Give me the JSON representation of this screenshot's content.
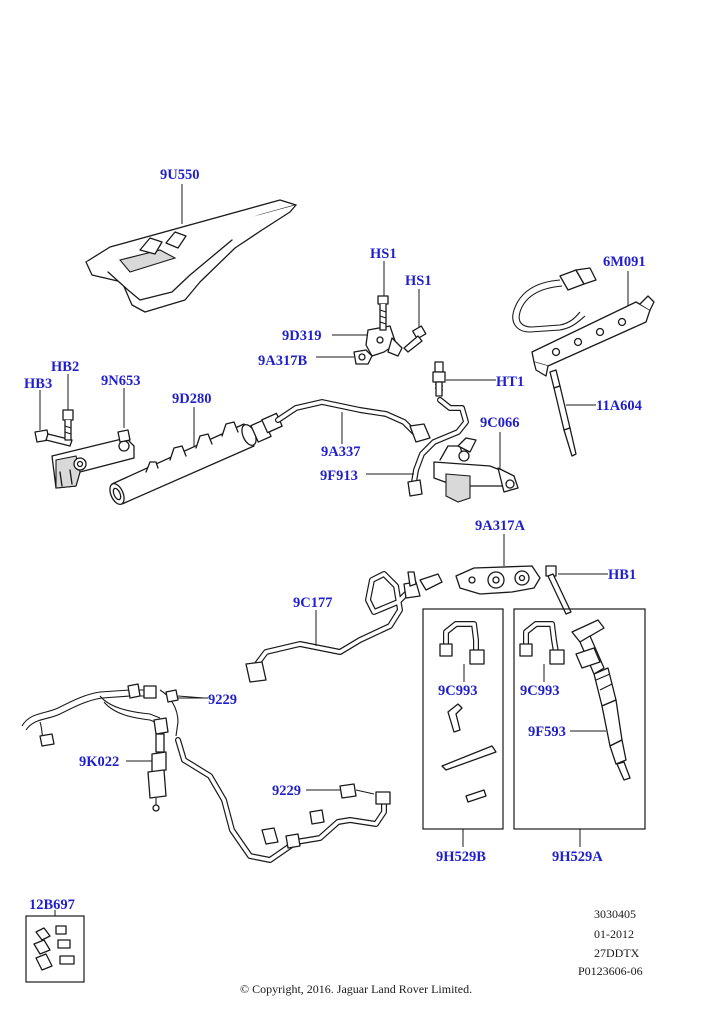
{
  "callouts": {
    "c_9U550": "9U550",
    "c_HS1_a": "HS1",
    "c_HS1_b": "HS1",
    "c_6M091": "6M091",
    "c_9D319": "9D319",
    "c_9A317B": "9A317B",
    "c_HB2": "HB2",
    "c_HB3": "HB3",
    "c_9N653": "9N653",
    "c_9D280": "9D280",
    "c_HT1": "HT1",
    "c_11A604": "11A604",
    "c_9C066": "9C066",
    "c_9A337": "9A337",
    "c_9F913": "9F913",
    "c_9A317A": "9A317A",
    "c_HB1": "HB1",
    "c_9C177": "9C177",
    "c_9C993_b": "9C993",
    "c_9C993_a": "9C993",
    "c_9229_a": "9229",
    "c_9K022": "9K022",
    "c_9F593": "9F593",
    "c_9229_b": "9229",
    "c_9H529B": "9H529B",
    "c_9H529A": "9H529A",
    "c_12B697": "12B697"
  },
  "reference": {
    "line1": "3030405",
    "line2": "01-2012",
    "line3": "27DDTX",
    "line4": "P0123606-06"
  },
  "copyright": "© Copyright, 2016. Jaguar Land Rover Limited.",
  "colors": {
    "callout": "#1f1fcc",
    "line": "#1a1a1a",
    "background": "#ffffff"
  }
}
